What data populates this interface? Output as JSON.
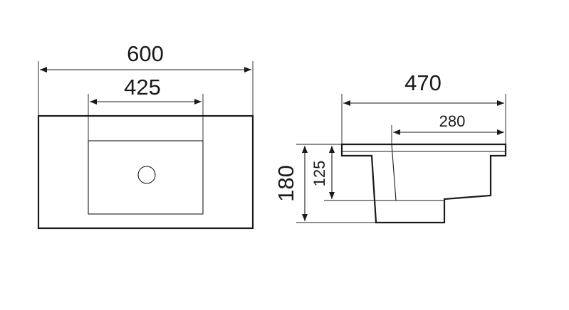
{
  "dimensions": {
    "top_width": "600",
    "bowl_width": "425",
    "side_depth": "470",
    "bowl_depth": "280",
    "total_height": "180",
    "bowl_height": "125"
  }
}
